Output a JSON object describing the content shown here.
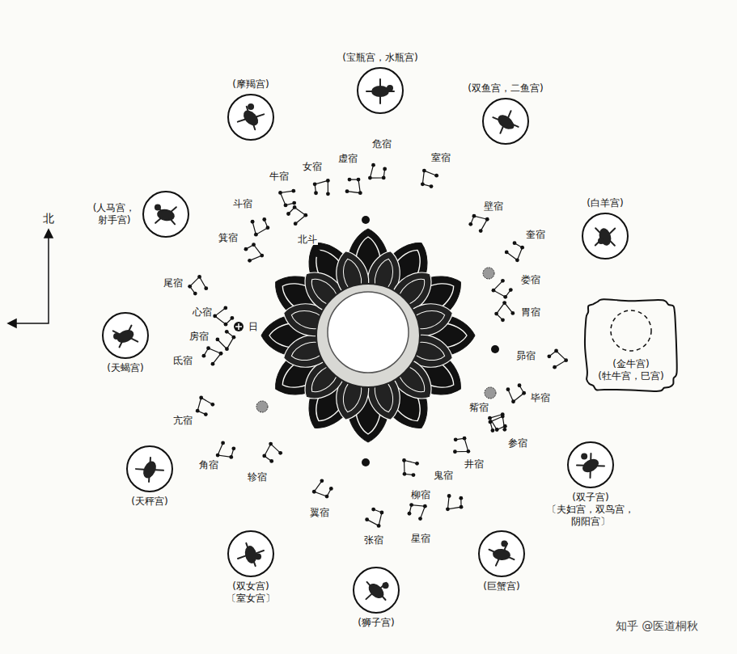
{
  "diagram": {
    "nodes": [
      {
        "text": [
          "(宝瓶宫，水瓶宫)"
        ]
      },
      {
        "text": [
          "(双鱼宫，二鱼宫)"
        ]
      },
      {
        "text": [
          "(白羊宫)"
        ]
      },
      {
        "text": [
          "(金牛宫)",
          "(牡牛宫，巳宫)"
        ]
      },
      {
        "text": [
          "(双子宫)",
          "〔夫妇宫，双鸟宫，阴阳宫〕"
        ]
      },
      {
        "text": [
          "(巨蟹宫)"
        ]
      },
      {
        "text": [
          "(狮子宫)"
        ]
      },
      {
        "text": [
          "(双女宫)",
          "〔室女宫〕"
        ]
      },
      {
        "text": [
          "(天秤宫)"
        ]
      },
      {
        "text": [
          "(天蝎宫)"
        ]
      },
      {
        "text": [
          "(人马宫，射手宫)"
        ]
      },
      {
        "text": [
          "(摩羯宫)"
        ]
      }
    ],
    "labels": [
      "角宿",
      "亢宿",
      "氐宿",
      "房宿",
      "心宿",
      "尾宿",
      "箕宿",
      "斗宿",
      "牛宿",
      "女宿",
      "虚宿",
      "危宿",
      "室宿",
      "壁宿",
      "奎宿",
      "娄宿",
      "胃宿",
      "昴宿",
      "毕宿",
      "觜宿",
      "参宿",
      "井宿",
      "鬼宿",
      "柳宿",
      "星宿",
      "张宿",
      "翼宿",
      "轸宿",
      "北斗",
      "日",
      "北",
      "知乎 @医道桐秋"
    ]
  }
}
